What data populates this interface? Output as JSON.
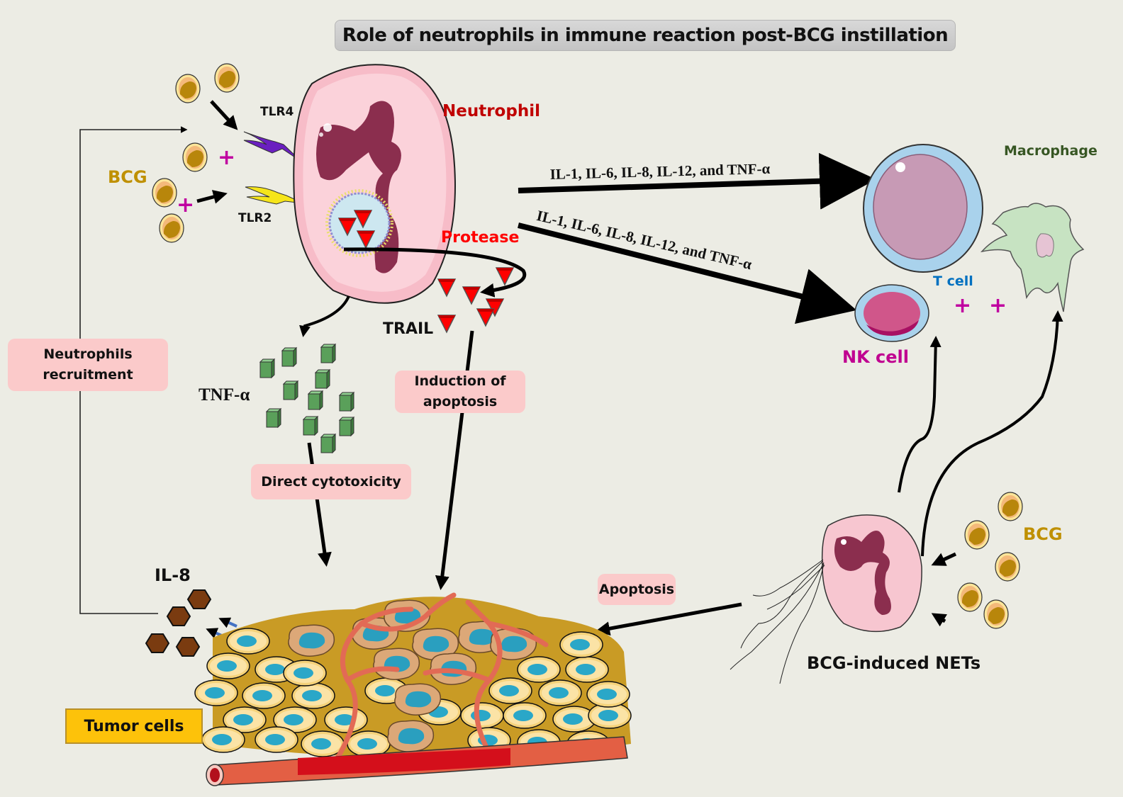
{
  "title": "Role of neutrophils in immune reaction post-BCG instillation",
  "cells": {
    "neutrophil": "Neutrophil",
    "t_cell": "T cell",
    "nk_cell": "NK cell",
    "macrophage": "Macrophage",
    "tumor_cells": "Tumor cells",
    "nets": "BCG-induced NETs"
  },
  "receptors": {
    "tlr4": "TLR4",
    "tlr2": "TLR2"
  },
  "molecules": {
    "bcg_left": "BCG",
    "bcg_right": "BCG",
    "protease": "Protease",
    "trail": "TRAIL",
    "tnf_alpha": "TNF-α",
    "il8": "IL-8"
  },
  "cytokine_labels": {
    "to_t_cell": "IL-1, IL-6, IL-8, IL-12, and TNF-α",
    "to_nk_cell": "IL-1, IL-6, IL-8, IL-12, and TNF-α"
  },
  "process_boxes": {
    "recruitment": "Neutrophils\nrecruitment",
    "direct_cytotoxicity": "Direct cytotoxicity",
    "induction_apoptosis": "Induction of\napoptosis",
    "apoptosis": "Apoptosis"
  },
  "symbols": {
    "plus": "+"
  },
  "colors": {
    "background": "#ececE4",
    "neutrophil_label": "#c00000",
    "protease_label": "#ff0000",
    "bcg_label": "#bf9000",
    "t_cell_label": "#0070c0",
    "nk_cell_label": "#c00090",
    "macrophage_label": "#375623",
    "plus_sign": "#c000a0",
    "box_fill": "#fbcaca",
    "tumor_box": "#fdc20a"
  }
}
